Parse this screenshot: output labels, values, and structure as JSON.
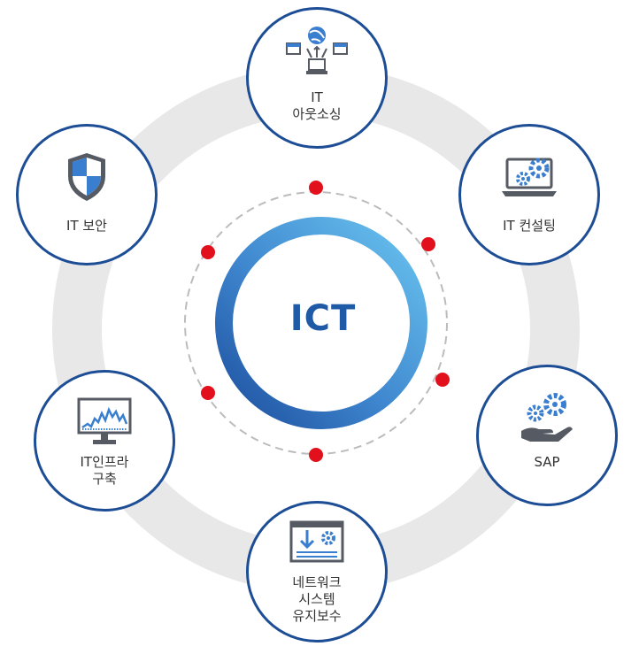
{
  "center": {
    "label": "ICT"
  },
  "services": [
    {
      "id": "outsourcing",
      "icon": "network-computer-icon",
      "lines": [
        "IT",
        "아웃소싱"
      ]
    },
    {
      "id": "consulting",
      "icon": "laptop-gears-icon",
      "lines": [
        "IT 컨설팅"
      ]
    },
    {
      "id": "sap",
      "icon": "hand-gears-icon",
      "lines": [
        "SAP"
      ]
    },
    {
      "id": "maintenance",
      "icon": "download-gear-window-icon",
      "lines": [
        "네트워크",
        "시스템",
        "유지보수"
      ]
    },
    {
      "id": "infra",
      "icon": "monitor-chart-icon",
      "lines": [
        "IT인프라",
        "구축"
      ]
    },
    {
      "id": "security",
      "icon": "shield-icon",
      "lines": [
        "IT 보안"
      ]
    }
  ],
  "colors": {
    "node_border": "#1c4d95",
    "ring_outer": "#e8e8e8",
    "dot": "#e2101c",
    "center_text": "#1f5aa6",
    "icon_dark": "#555a63",
    "icon_blue": "#3a7fcf"
  }
}
